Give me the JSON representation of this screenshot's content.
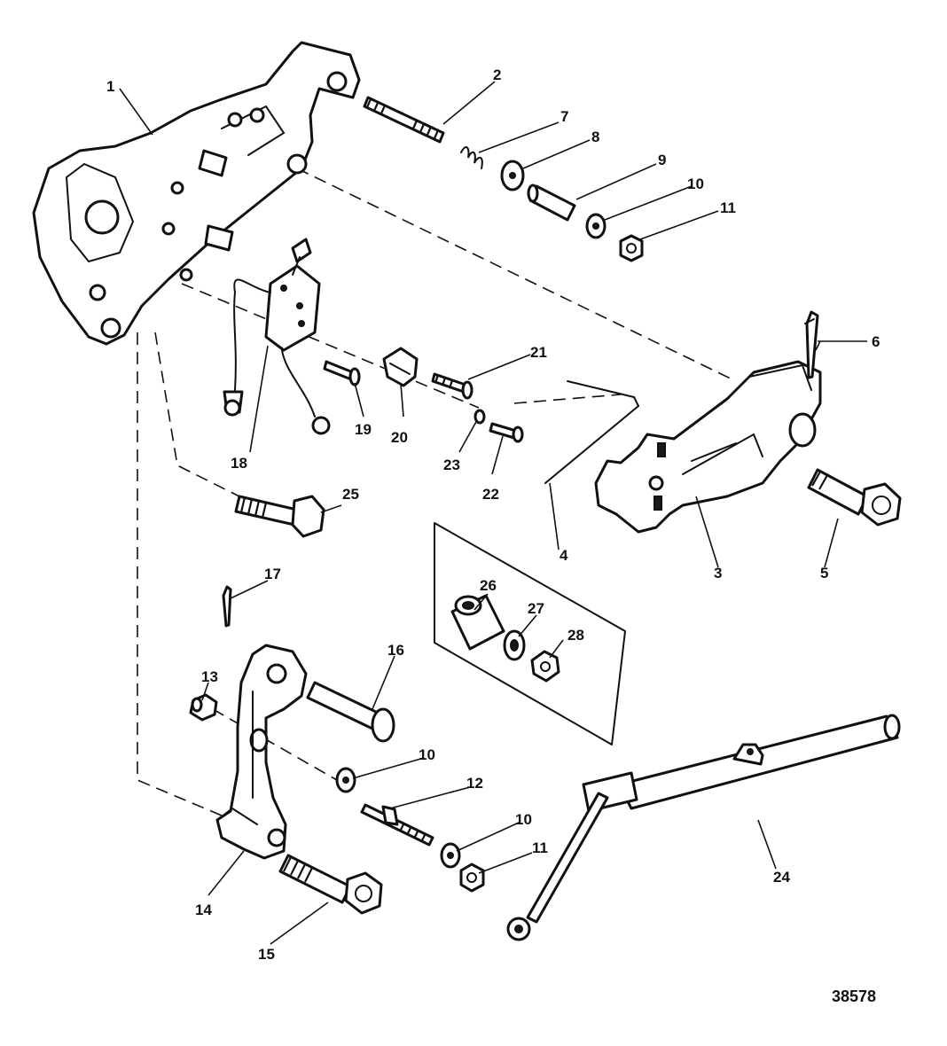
{
  "figure_number": "38578",
  "callouts": {
    "c1": "1",
    "c2": "2",
    "c3": "3",
    "c4": "4",
    "c5": "5",
    "c6": "6",
    "c7": "7",
    "c8": "8",
    "c9": "9",
    "c10a": "10",
    "c10b": "10",
    "c10c": "10",
    "c11a": "11",
    "c11b": "11",
    "c12": "12",
    "c13": "13",
    "c14": "14",
    "c15": "15",
    "c16": "16",
    "c17": "17",
    "c18": "18",
    "c19": "19",
    "c20": "20",
    "c21": "21",
    "c22": "22",
    "c23": "23",
    "c24": "24",
    "c25": "25",
    "c26": "26",
    "c27": "27",
    "c28": "28"
  }
}
